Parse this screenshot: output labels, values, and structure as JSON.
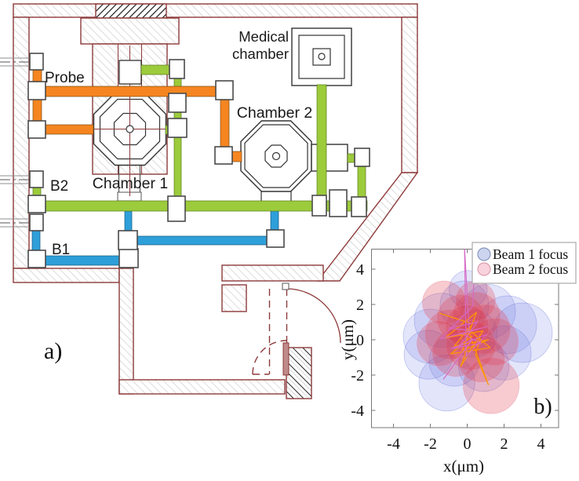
{
  "figure": {
    "panel_a_label": "a)",
    "panel_b_label": "b)"
  },
  "diagram": {
    "beamlines": [
      {
        "id": "probe",
        "label": "Probe",
        "color": "#F58520"
      },
      {
        "id": "b2",
        "label": "B2",
        "color": "#9CCB3C"
      },
      {
        "id": "b1",
        "label": "B1",
        "color": "#2E9FD9"
      }
    ],
    "chambers": {
      "chamber1_label": "Chamber 1",
      "chamber2_label": "Chamber 2",
      "medical_chamber_label_line1": "Medical",
      "medical_chamber_label_line2": "chamber"
    }
  },
  "colors": {
    "wall_red": "#8d3a3a",
    "probe_orange": "#F58520",
    "beamline_green": "#9CCB3C",
    "beamline_blue": "#2E9FD9",
    "outline_dark": "#3a3a3a"
  },
  "chart_data": {
    "type": "scatter",
    "title": "",
    "xlabel": "x(μm)",
    "ylabel": "y(μm)",
    "xlim": [
      -5.2,
      5.0
    ],
    "ylim": [
      -5.1,
      5.2
    ],
    "xticks": [
      -4,
      -2,
      0,
      2,
      4
    ],
    "yticks": [
      -4,
      -2,
      0,
      2,
      4
    ],
    "grid": false,
    "legend_position": "top-right",
    "legend": [
      {
        "label": "Beam 1 focus",
        "fill": "#ccd4ee",
        "edge": "#8997c0"
      },
      {
        "label": "Beam 2 focus",
        "fill": "#f8d2dc",
        "edge": "#e09cb0"
      }
    ],
    "series": [
      {
        "name": "Beam 1 focus",
        "marker": "circle",
        "fill": "rgba(115,125,230,0.20)",
        "edge": "rgba(100,110,215,0.38)",
        "points": [
          [
            -2.0,
            0.2,
            1.5
          ],
          [
            -1.4,
            1.1,
            1.5
          ],
          [
            -0.15,
            1.95,
            1.35
          ],
          [
            1.15,
            1.6,
            1.5
          ],
          [
            2.2,
            0.85,
            1.6
          ],
          [
            3.0,
            0.4,
            1.65
          ],
          [
            2.0,
            -0.75,
            1.5
          ],
          [
            0.9,
            -1.5,
            1.4
          ],
          [
            -0.7,
            -1.2,
            1.4
          ],
          [
            -1.1,
            -2.45,
            1.55
          ],
          [
            -2.1,
            -0.85,
            1.35
          ],
          [
            0.35,
            0.35,
            1.3
          ],
          [
            0.05,
            2.85,
            1.05
          ]
        ]
      },
      {
        "name": "Beam 2 focus",
        "marker": "circle",
        "fill": "rgba(225,55,70,0.26)",
        "edge": "rgba(235,130,160,0.45)",
        "points": [
          [
            -0.95,
            0.3,
            1.35
          ],
          [
            -0.35,
            1.2,
            1.3
          ],
          [
            0.5,
            1.35,
            1.3
          ],
          [
            1.0,
            0.6,
            1.35
          ],
          [
            1.5,
            -0.1,
            1.3
          ],
          [
            0.2,
            -0.3,
            1.35
          ],
          [
            -0.6,
            -0.75,
            1.3
          ],
          [
            0.75,
            -1.05,
            1.3
          ],
          [
            -1.25,
            2.1,
            1.2
          ],
          [
            0.45,
            2.2,
            1.1
          ],
          [
            1.3,
            -2.6,
            1.55
          ],
          [
            0.0,
            0.75,
            1.2
          ],
          [
            -1.5,
            -0.2,
            1.25
          ]
        ]
      }
    ],
    "trajectories": [
      {
        "name": "beam-path-orange",
        "color": "#ff9800",
        "width": 1.3,
        "points": [
          [
            -1.5,
            1.5
          ],
          [
            0.3,
            0.9
          ],
          [
            -0.7,
            -0.35
          ],
          [
            1.15,
            0.0
          ],
          [
            -0.25,
            -0.6
          ],
          [
            0.5,
            1.55
          ],
          [
            -1.2,
            0.1
          ],
          [
            0.85,
            0.5
          ],
          [
            -0.35,
            -1.5
          ],
          [
            0.25,
            0.2
          ],
          [
            -0.9,
            -0.8
          ],
          [
            1.25,
            -0.45
          ],
          [
            0.0,
            0.65
          ],
          [
            1.15,
            -2.55
          ],
          [
            0.45,
            -0.85
          ],
          [
            0.7,
            0.1
          ]
        ]
      },
      {
        "name": "beam-path-magenta",
        "color": "#d669c6",
        "width": 1.2,
        "points": [
          [
            0.45,
            5.4
          ],
          [
            0.3,
            1.9
          ],
          [
            -1.45,
            0.05
          ],
          [
            1.1,
            0.75
          ],
          [
            -0.3,
            0.35
          ],
          [
            0.75,
            -0.2
          ],
          [
            -0.85,
            -0.5
          ],
          [
            1.05,
            0.3
          ],
          [
            -0.05,
            -0.95
          ],
          [
            -0.15,
            5.4
          ],
          [
            0.1,
            0.55
          ],
          [
            -1.0,
            0.65
          ],
          [
            0.55,
            1.0
          ],
          [
            -0.45,
            -0.4
          ],
          [
            0.3,
            0.05
          ],
          [
            -1.3,
            -2.25
          ]
        ]
      }
    ]
  }
}
